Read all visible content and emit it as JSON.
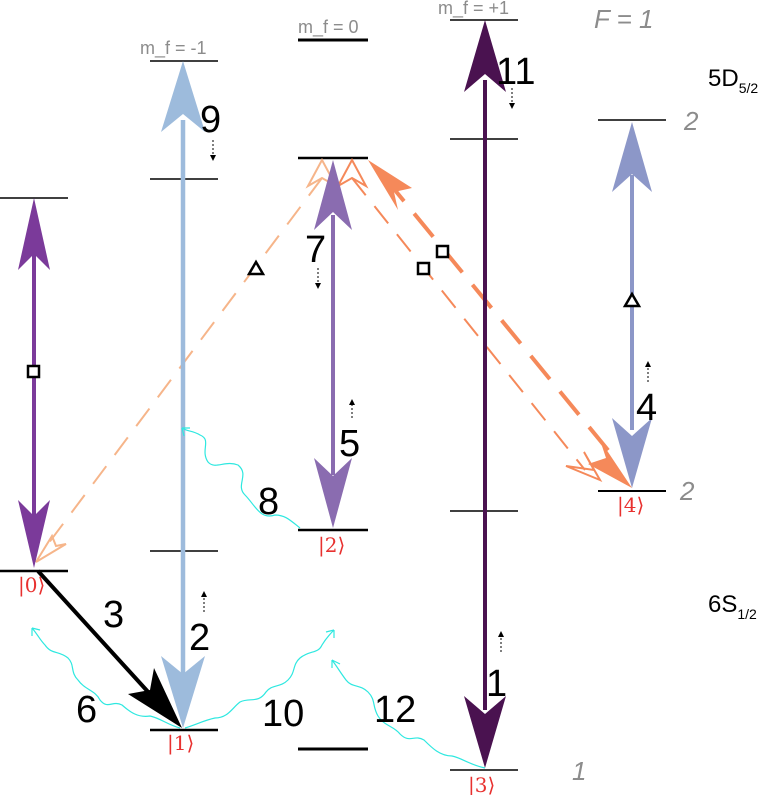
{
  "header": {
    "mf_minus1": "m_f = -1",
    "mf_0": "m_f = 0",
    "mf_plus1": "m_f = +1",
    "F_top": "F = 1"
  },
  "terms": {
    "upper": {
      "main": "5D",
      "sub": "5/2"
    },
    "lower": {
      "main": "6S",
      "sub": "1/2"
    }
  },
  "f_labels": {
    "upper_2": "2",
    "lower_2": "2",
    "lower_1": "1"
  },
  "states": {
    "s0": "|0⟩",
    "s1": "|1⟩",
    "s2": "|2⟩",
    "s3": "|3⟩",
    "s4": "|4⟩"
  },
  "transitions": [
    "1",
    "2",
    "3",
    "4",
    "5",
    "6",
    "7",
    "8",
    "9",
    "10",
    "11",
    "12"
  ],
  "colors": {
    "purple": "#7b3a9a",
    "light_blue": "#9dbbdc",
    "lavender": "#8a6cb0",
    "dark_purple": "#4a1250",
    "periwinkle": "#8c97c8",
    "orange": "#f5895a",
    "light_orange": "#f6b58a",
    "cyan": "#2ee8e0",
    "state_red": "#e8312f",
    "gray": "#8c8c8c"
  }
}
